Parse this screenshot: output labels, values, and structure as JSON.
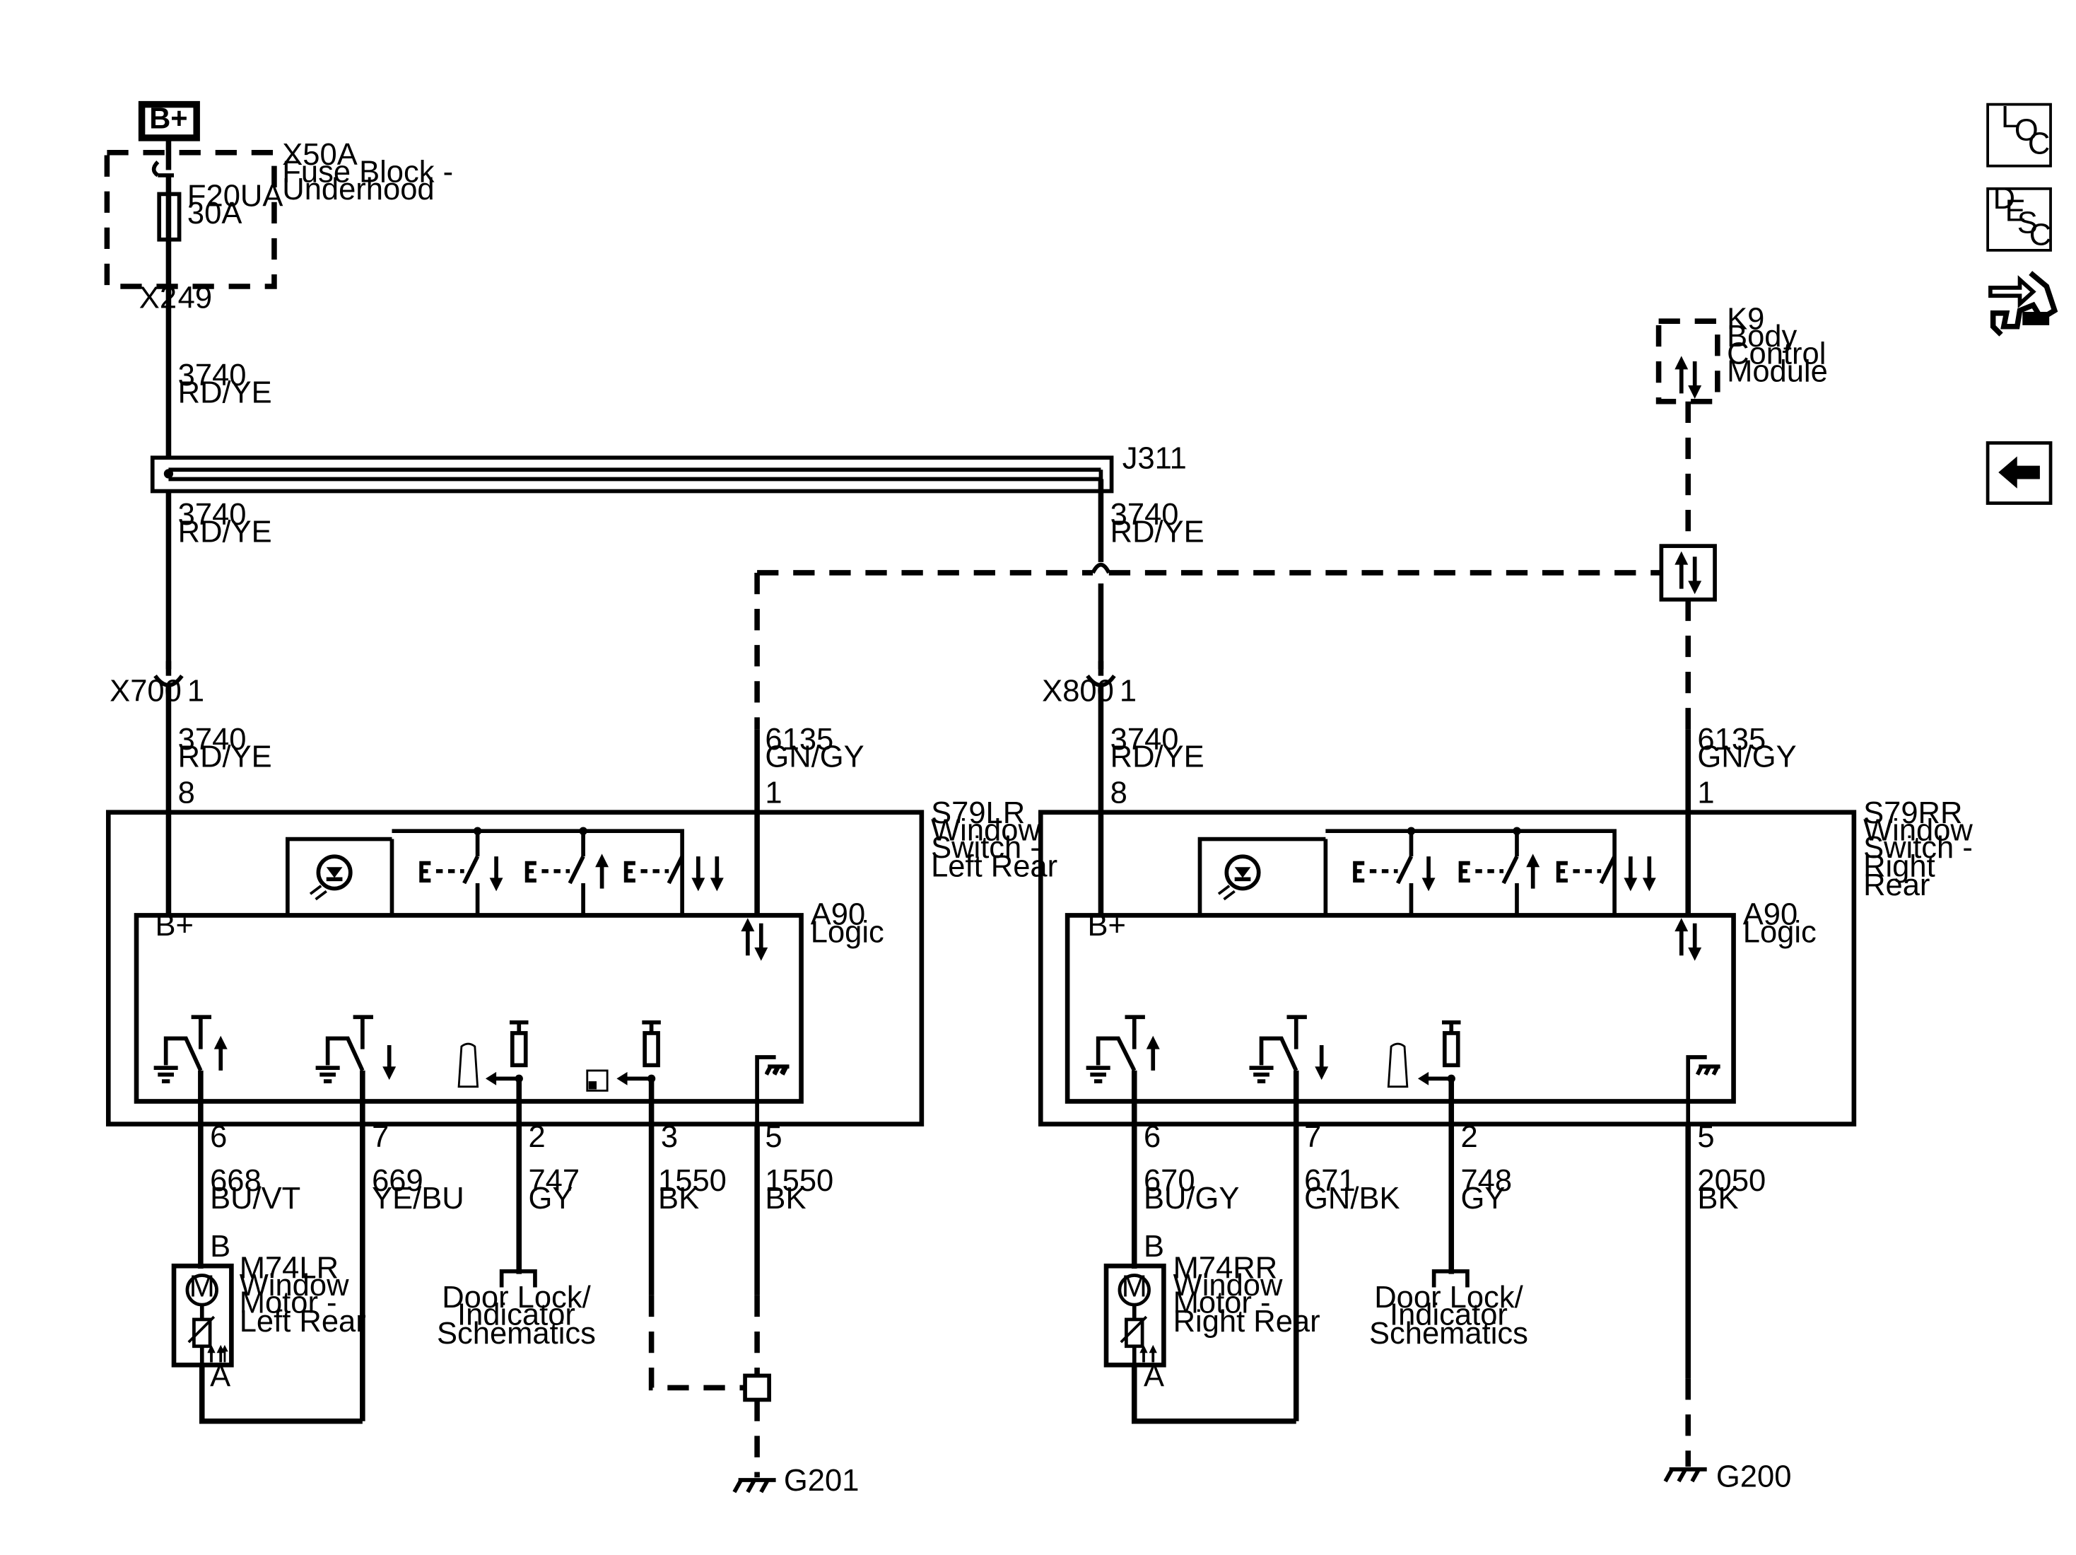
{
  "power": {
    "label": "B+"
  },
  "fuse_block": {
    "id": "X50A",
    "name_l1": "Fuse Block -",
    "name_l2": "Underhood",
    "conn": "X2",
    "pin": "49"
  },
  "fuse": {
    "id": "F20UA",
    "rating": "30A"
  },
  "splice": {
    "id": "J311"
  },
  "bcm": {
    "id": "K9",
    "name_l1": "Body",
    "name_l2": "Control",
    "name_l3": "Module"
  },
  "nav": {
    "loc": [
      "L",
      "O",
      "C"
    ],
    "desc": [
      "D",
      "E",
      "S",
      "C"
    ],
    "icon_connector": "connector-icon",
    "icon_back": "back-arrow-icon"
  },
  "wires": {
    "feed": {
      "circuit": "3740",
      "color": "RD/YE"
    },
    "lin": {
      "circuit": "6135",
      "color": "GN/GY"
    }
  },
  "left": {
    "inline_conn": "X700",
    "inline_pin": "1",
    "switch": {
      "id": "S79LR",
      "name_l1": "Window",
      "name_l2": "Switch -",
      "name_l3": "Left Rear"
    },
    "logic": {
      "id": "A90",
      "name": "Logic",
      "bplus": "B+"
    },
    "pins": {
      "feed": "8",
      "lin": "1",
      "up": "6",
      "down": "7",
      "lock": "2",
      "light": "3",
      "ground": "5"
    },
    "wires": [
      {
        "circuit": "668",
        "color": "BU/VT"
      },
      {
        "circuit": "669",
        "color": "YE/BU"
      },
      {
        "circuit": "747",
        "color": "GY"
      },
      {
        "circuit": "1550",
        "color": "BK"
      },
      {
        "circuit": "1550",
        "color": "BK"
      }
    ],
    "motor": {
      "id": "M74LR",
      "name_l1": "Window",
      "name_l2": "Motor -",
      "name_l3": "Left Rear",
      "pin_b": "B",
      "pin_a": "A",
      "symbol": "M"
    },
    "door_ref": {
      "l1": "Door Lock/",
      "l2": "Indicator",
      "l3": "Schematics"
    },
    "ground": "G201"
  },
  "right": {
    "inline_conn": "X800",
    "inline_pin": "1",
    "switch": {
      "id": "S79RR",
      "name_l1": "Window",
      "name_l2": "Switch -",
      "name_l3": "Right",
      "name_l4": "Rear"
    },
    "logic": {
      "id": "A90",
      "name": "Logic",
      "bplus": "B+"
    },
    "pins": {
      "feed": "8",
      "lin": "1",
      "up": "6",
      "down": "7",
      "lock": "2",
      "ground": "5"
    },
    "wires": [
      {
        "circuit": "670",
        "color": "BU/GY"
      },
      {
        "circuit": "671",
        "color": "GN/BK"
      },
      {
        "circuit": "748",
        "color": "GY"
      },
      {
        "circuit": "2050",
        "color": "BK"
      }
    ],
    "motor": {
      "id": "M74RR",
      "name_l1": "Window",
      "name_l2": "Motor -",
      "name_l3": "Right Rear",
      "pin_b": "B",
      "pin_a": "A",
      "symbol": "M"
    },
    "door_ref": {
      "l1": "Door Lock/",
      "l2": "Indicator",
      "l3": "Schematics"
    },
    "ground": "G200"
  }
}
